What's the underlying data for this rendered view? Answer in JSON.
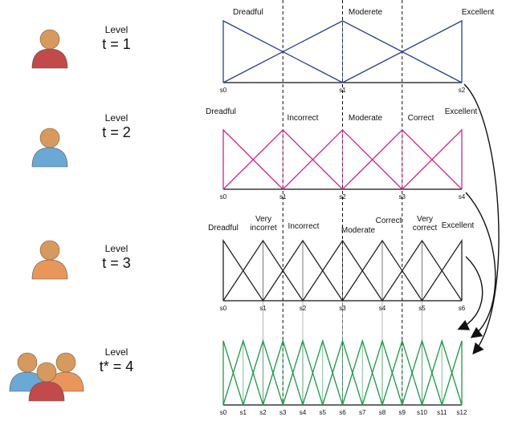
{
  "levels": [
    {
      "word": "Level",
      "t_label": "t = 1",
      "person": "red",
      "line_color": "#2a3f8f",
      "terms": [
        "Dreadful",
        "Moderete",
        "Excellent"
      ],
      "sublabels": [
        "s0",
        "s1",
        "s2"
      ]
    },
    {
      "word": "Level",
      "t_label": "t = 2",
      "person": "blue",
      "line_color": "#d6248f",
      "terms": [
        "Dreadful",
        "Incorrect",
        "Moderate",
        "Correct",
        "Excellent"
      ],
      "sublabels": [
        "s0",
        "s1",
        "s2",
        "s3",
        "s4"
      ]
    },
    {
      "word": "Level",
      "t_label": "t = 3",
      "person": "orange",
      "line_color": "#222222",
      "terms": [
        "Dreadful",
        "Very\nincorret",
        "Incorrect",
        "Moderate",
        "Correct",
        "Very\ncorrect",
        "Excellent"
      ],
      "sublabels": [
        "s0",
        "s1",
        "s2",
        "s3",
        "s4",
        "s5",
        "s6"
      ]
    },
    {
      "word": "Level",
      "t_label": "t* = 4",
      "person": "group",
      "line_color": "#1e9a4a",
      "terms": [],
      "sublabels": [
        "s0",
        "s1",
        "s2",
        "s3",
        "s4",
        "s5",
        "s6",
        "s7",
        "s8",
        "s9",
        "s10",
        "s11",
        "s12"
      ]
    }
  ],
  "colors": {
    "person_red": "#c24a4a",
    "person_blue": "#6aa8d6",
    "person_orange": "#e8965a",
    "head": "#d69a5e"
  },
  "icons": [
    "person-icon",
    "group-icon",
    "curved-arrow-icon"
  ]
}
